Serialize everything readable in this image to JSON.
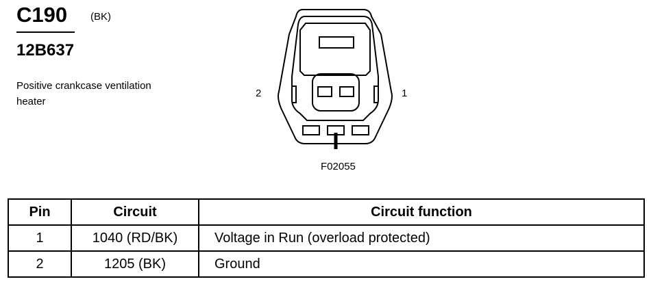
{
  "connector": {
    "id": "C190",
    "color": "(BK)",
    "part_number": "12B637",
    "description": "Positive crankcase ventilation heater"
  },
  "diagram": {
    "pin_left_label": "2",
    "pin_right_label": "1",
    "figure_id": "F02055"
  },
  "table": {
    "headers": [
      "Pin",
      "Circuit",
      "Circuit function"
    ],
    "rows": [
      [
        "1",
        "1040 (RD/BK)",
        "Voltage in Run (overload protected)"
      ],
      [
        "2",
        "1205 (BK)",
        "Ground"
      ]
    ]
  }
}
